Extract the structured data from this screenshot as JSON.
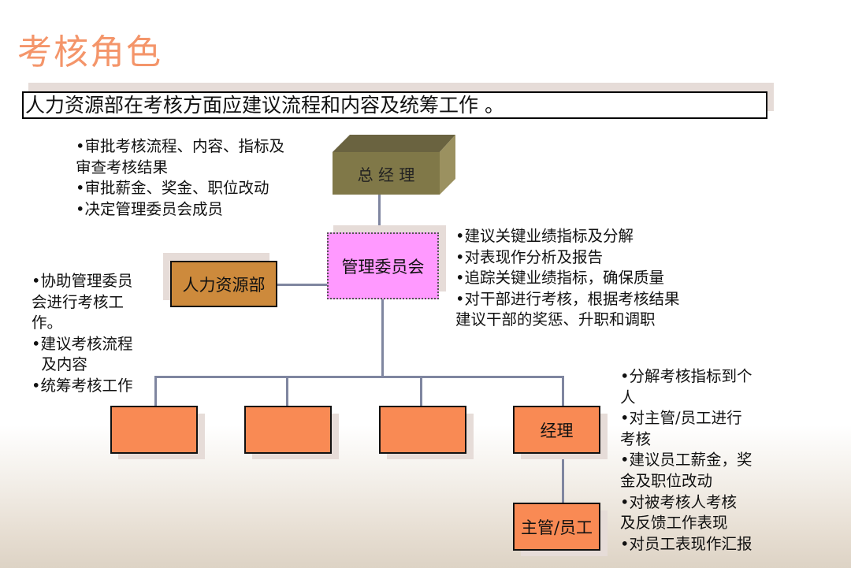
{
  "title": "考核角色",
  "subtitle": "人力资源部在考核方面应建议流程和内容及统筹工作  。",
  "nodes": {
    "general_manager": "总 经 理",
    "committee": "管理委员会",
    "hr": "人力资源部",
    "unit_1": "",
    "unit_2": "",
    "unit_3": "",
    "manager": "经理",
    "staff": "主管/员工"
  },
  "notes": {
    "general_manager": "•审批考核流程、内容、指标及\n审查考核结果\n•审批薪金、奖金、职位改动\n•决定管理委员会成员",
    "hr": "•协助管理委员\n会进行考核工\n作。\n•建议考核流程\n  及内容\n•统筹考核工作",
    "committee": "•建议关键业绩指标及分解\n•对表现作分析及报告\n•追踪关键业绩指标，确保质量\n•对干部进行考核，根据考核结果\n建议干部的奖惩、升职和调职",
    "manager": "•分解考核指标到个\n人\n•对主管/员工进行\n考核\n•建议员工薪金，奖\n金及职位改动\n•对被考核人考核\n及反馈工作表现\n•对员工表现作汇报"
  },
  "colors": {
    "title": "#f4956a",
    "general_manager": "#807848",
    "committee": "#ff99ff",
    "hr": "#cd8a3c",
    "units": "#f98a54",
    "connector": "#7f86a0"
  }
}
